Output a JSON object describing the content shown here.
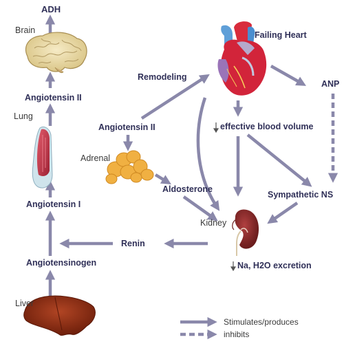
{
  "labels": {
    "adh": "ADH",
    "brain": "Brain",
    "angiotensin_ii_left": "Angiotensin II",
    "lung": "Lung",
    "angiotensin_i": "Angiotensin I",
    "angiotensinogen": "Angiotensinogen",
    "liver": "Liver",
    "remodeling": "Remodeling",
    "angiotensin_ii_center": "Angiotensin II",
    "adrenal": "Adrenal",
    "aldosterone": "Aldosterone",
    "renin": "Renin",
    "failing_heart": "Failing Heart",
    "anp": "ANP",
    "effective_blood_volume": "effective blood volume",
    "sympathetic_ns": "Sympathetic NS",
    "kidney": "Kidney",
    "excretion": "Na, H2O excretion"
  },
  "legend": {
    "stimulates": "Stimulates/produces",
    "inhibits": "inhibits"
  },
  "colors": {
    "arrow": "#8a88aa",
    "text_bold": "#303058",
    "brain": "#e9d9a8",
    "lung": "#c43a4c",
    "adrenal": "#f0b042",
    "liver": "#8a2a12",
    "kidney": "#8a2a2a",
    "heart": "#d2243a"
  }
}
